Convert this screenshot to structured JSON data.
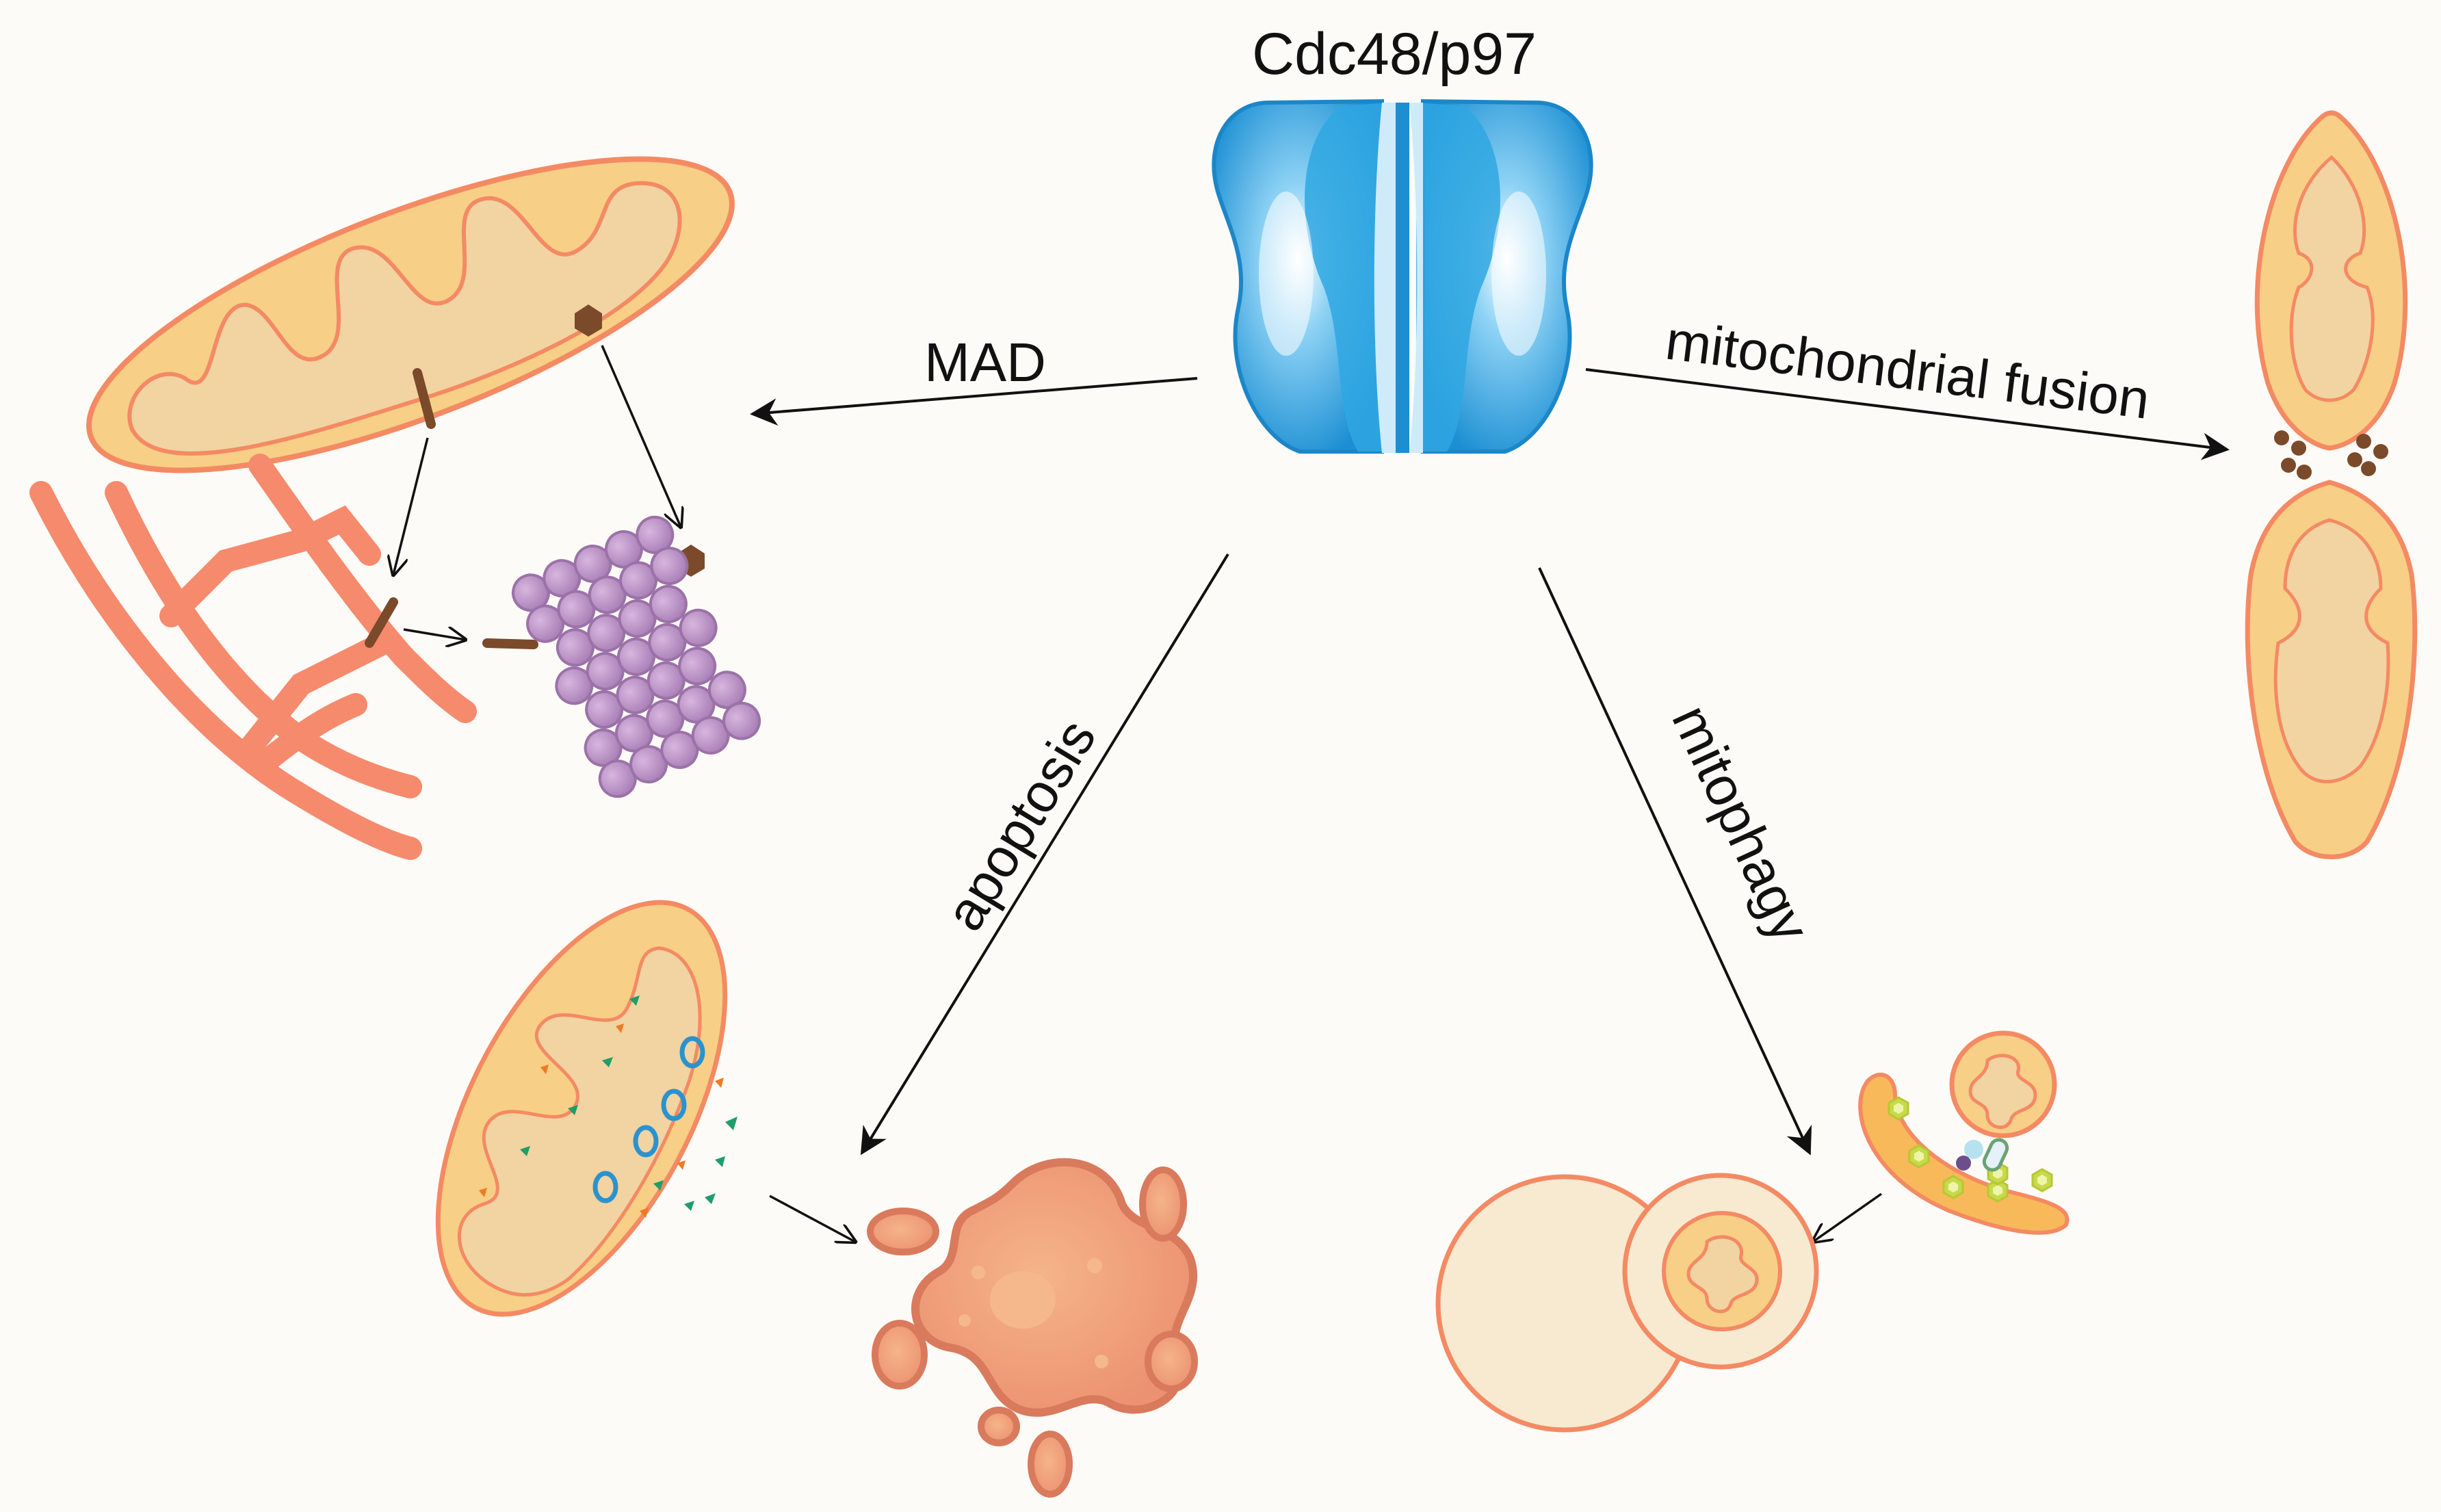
{
  "title": "Cdc48/p97",
  "pathways": {
    "mad": "MAD",
    "fusion": "mitochondrial fusion",
    "apoptosis": "apoptosis",
    "mitophagy": "mitophagy"
  },
  "colors": {
    "background": "#fdfbf8",
    "mito_outer_fill": "#f7cf86",
    "mito_outline": "#f48a63",
    "mito_inner_fill": "#f2d3a2",
    "er": "#f68a6c",
    "proteasome": "#b98ec2",
    "proteasome_outline": "#9b72a8",
    "p97": "#1f99da",
    "substrate": "#7b4a2a",
    "cell_fill": "#f0a37c",
    "autophagosome_fill": "#f8ead0",
    "arrow": "#111111"
  }
}
